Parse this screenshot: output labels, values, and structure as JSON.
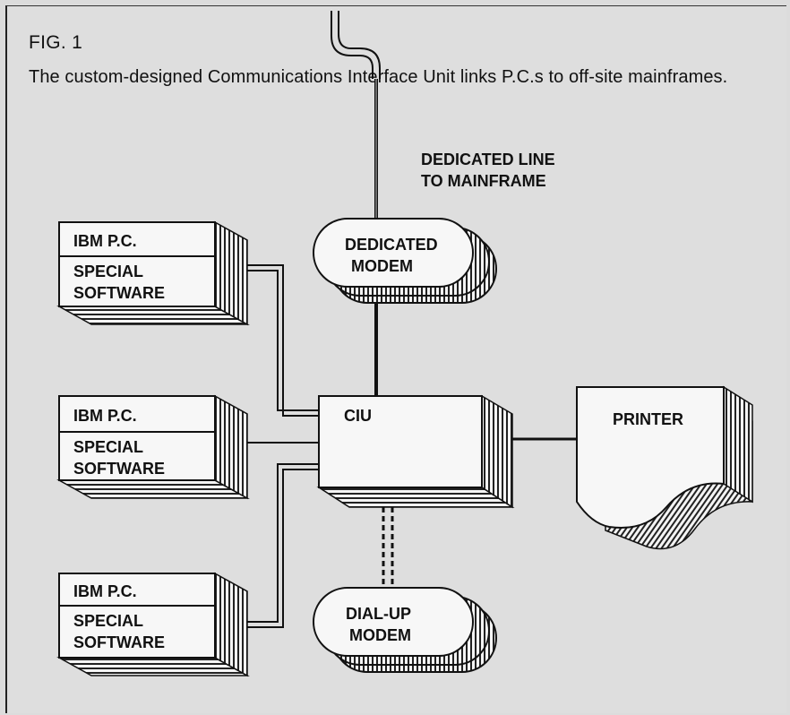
{
  "figure": {
    "label": "FIG. 1",
    "caption": "The custom-designed Communications Interface Unit links P.C.s to off-site mainframes."
  },
  "nodes": {
    "mainframe_line": [
      "DEDICATED LINE",
      "TO MAINFRAME"
    ],
    "dedicated_modem": [
      "DEDICATED",
      "MODEM"
    ],
    "pc1": {
      "title": "IBM P.C.",
      "software": [
        "SPECIAL",
        "SOFTWARE"
      ]
    },
    "pc2": {
      "title": "IBM P.C.",
      "software": [
        "SPECIAL",
        "SOFTWARE"
      ]
    },
    "pc3": {
      "title": "IBM P.C.",
      "software": [
        "SPECIAL",
        "SOFTWARE"
      ]
    },
    "ciu": "CIU",
    "printer": "PRINTER",
    "dialup_modem": [
      "DIAL-UP",
      "MODEM"
    ]
  }
}
